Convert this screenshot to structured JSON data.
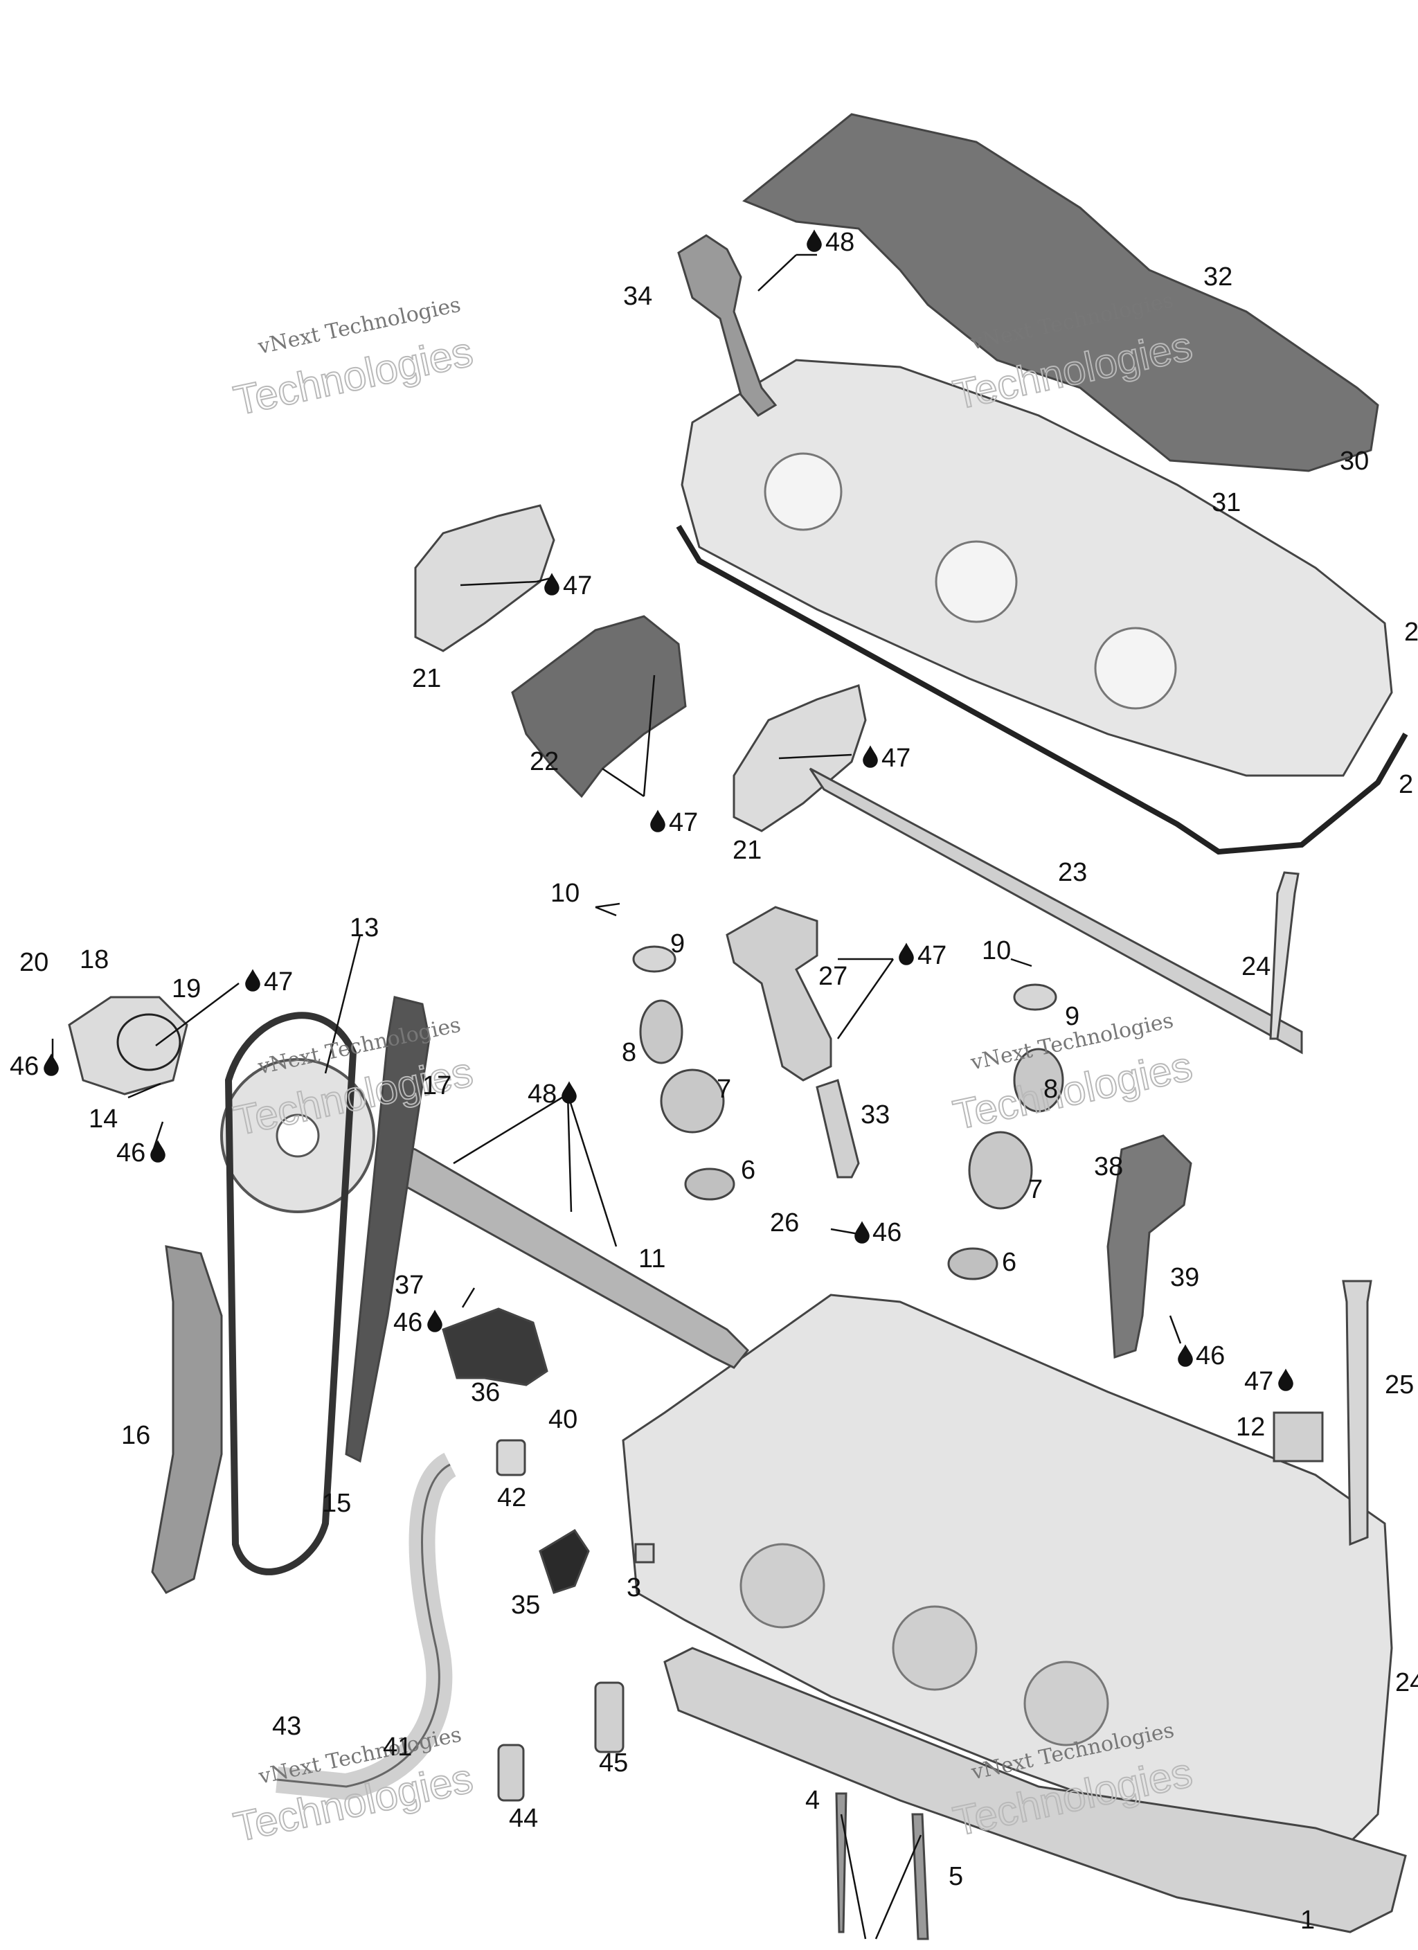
{
  "watermark": {
    "line1": "vNext Technologies",
    "line2": "Technologies",
    "line3": "vNext"
  },
  "oil_symbol": "oil-drop-icon",
  "callouts": {
    "c1": "1",
    "c2a": "2",
    "c2b": "2",
    "c3": "3",
    "c4": "4",
    "c5": "5",
    "c6a": "6",
    "c6b": "6",
    "c7a": "7",
    "c7b": "7",
    "c8a": "8",
    "c8b": "8",
    "c9a": "9",
    "c9b": "9",
    "c10a": "10",
    "c10b": "10",
    "c11": "11",
    "c12": "12",
    "c13": "13",
    "c14": "14",
    "c15": "15",
    "c16": "16",
    "c17": "17",
    "c18": "18",
    "c19": "19",
    "c20": "20",
    "c21a": "21",
    "c21b": "21",
    "c22": "22",
    "c23": "23",
    "c24": "24",
    "c25": "25",
    "c24b": "24",
    "c26": "26",
    "c27": "27",
    "c30": "30",
    "c31": "31",
    "c32": "32",
    "c33": "33",
    "c34": "34",
    "c35": "35",
    "c36": "36",
    "c37": "37",
    "c38": "38",
    "c39": "39",
    "c40": "40",
    "c41": "41",
    "c42": "42",
    "c43": "43",
    "c44": "44",
    "c45": "45",
    "o46a": "46",
    "o46b": "46",
    "o46c": "46",
    "o46d": "46",
    "o46e": "46",
    "o47a": "47",
    "o47b": "47",
    "o47c": "47",
    "o47d": "47",
    "o47e": "47",
    "o47f": "47",
    "o48a": "48",
    "o48b": "48"
  },
  "colors": {
    "part_light": "#e9e9e9",
    "part_mid": "#bdbdbd",
    "part_dark": "#6e6e6e",
    "line": "#111111"
  }
}
